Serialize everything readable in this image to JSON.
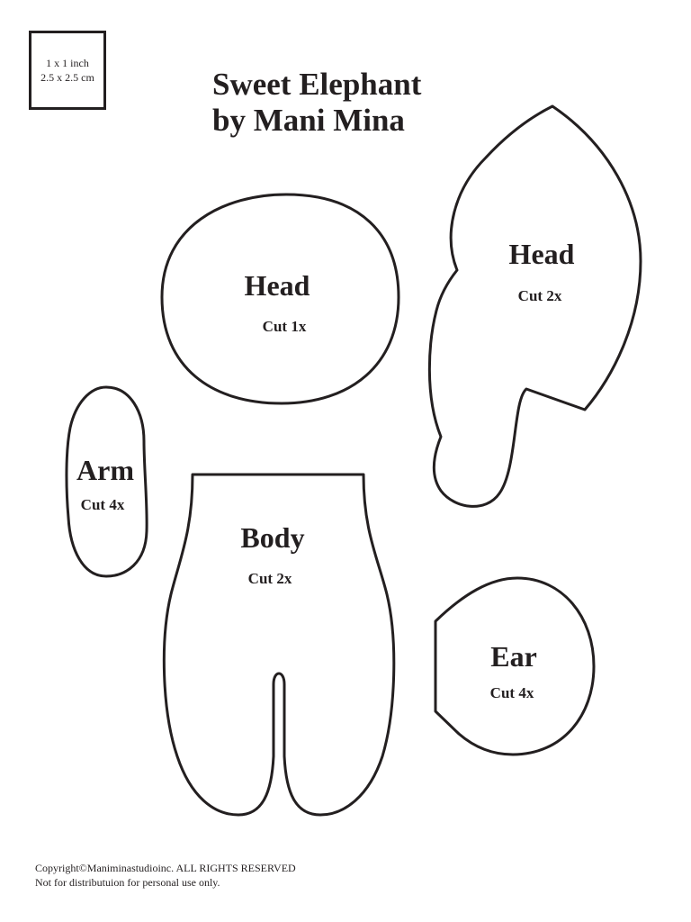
{
  "scale_box": {
    "line1": "1 x 1 inch",
    "line2": "2.5 x 2.5 cm"
  },
  "title": {
    "line1": "Sweet Elephant",
    "line2": "by Mani Mina"
  },
  "pieces": {
    "head_front": {
      "name": "Head",
      "cut": "Cut 1x"
    },
    "head_side": {
      "name": "Head",
      "cut": "Cut 2x"
    },
    "arm": {
      "name": "Arm",
      "cut": "Cut 4x"
    },
    "body": {
      "name": "Body",
      "cut": "Cut 2x"
    },
    "ear": {
      "name": "Ear",
      "cut": "Cut 4x"
    }
  },
  "footer": {
    "copyright": "Copyright©Maniminastudioinc. ALL RIGHTS RESERVED",
    "notice": "Not for distributuion for personal use only."
  },
  "colors": {
    "ink": "#231f20",
    "paper": "#ffffff"
  }
}
